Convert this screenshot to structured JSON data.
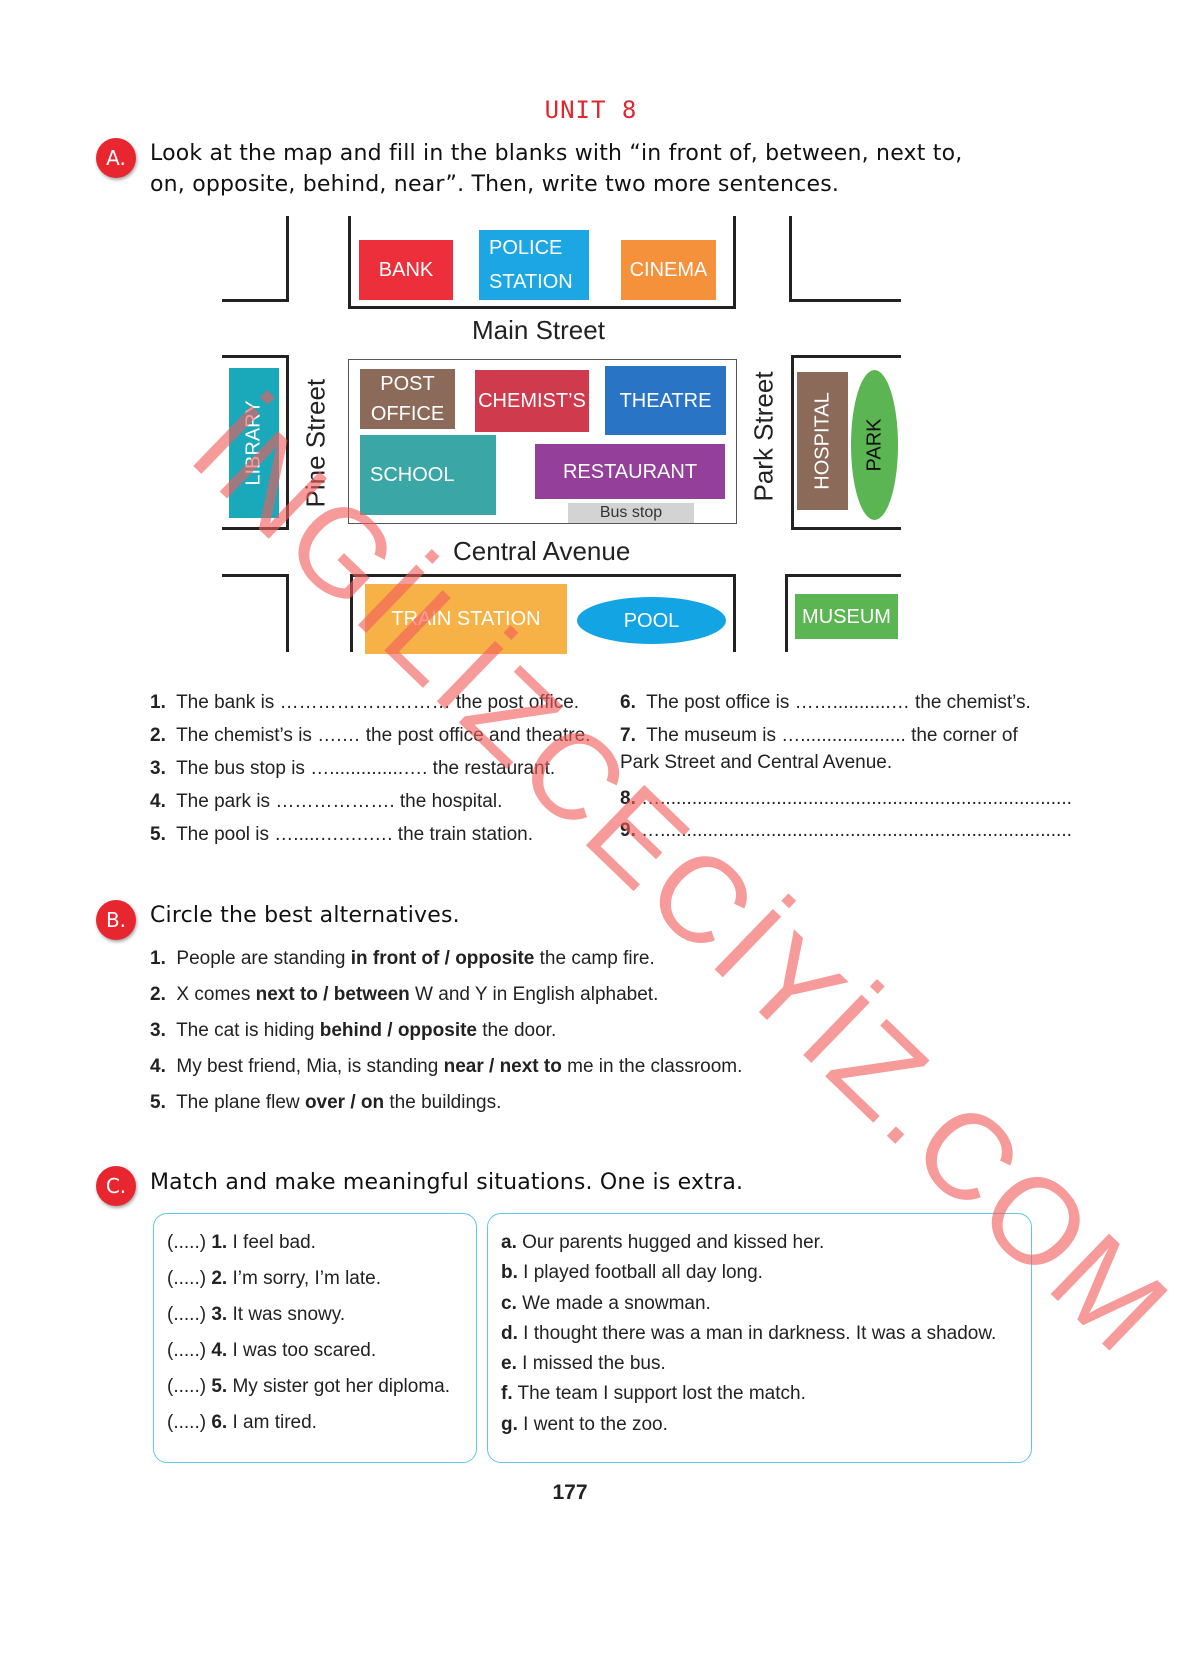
{
  "unit": "UNIT 8",
  "section_a": {
    "badge": "A.",
    "instruction_line1": "Look at the map and fill in the blanks with “in front of, between, next to,",
    "instruction_line2": "on, opposite, behind, near”. Then, write two more sentences.",
    "map": {
      "streets": {
        "main": "Main Street",
        "central": "Central Avenue",
        "pine": "Pine Street",
        "park": "Park Street"
      },
      "buildings": {
        "bank": "BANK",
        "police_1": "POLICE",
        "police_2": "STATION",
        "cinema": "CINEMA",
        "library": "LIBRARY",
        "post_1": "POST",
        "post_2": "OFFICE",
        "chemists": "CHEMIST’S",
        "theatre": "THEATRE",
        "school": "SCHOOL",
        "restaurant": "RESTAURANT",
        "bus_stop": "Bus stop",
        "hospital": "HOSPITAL",
        "park": "PARK",
        "train_station": "TRAIN STATION",
        "pool": "POOL",
        "museum": "MUSEUM"
      },
      "colors": {
        "bank": "#ec2f3a",
        "police": "#1ca6e3",
        "cinema": "#f5913a",
        "library": "#1aa8bb",
        "post": "#8b6a5a",
        "chemists": "#cf3b4c",
        "theatre": "#2a74c5",
        "school": "#3aa6a6",
        "restaurant": "#94409a",
        "hospital": "#8b6a5a",
        "park": "#5ab552",
        "train": "#f7b247",
        "pool": "#13a4e4",
        "museum": "#5ab552"
      }
    },
    "questions_left": [
      {
        "num": "1.",
        "text": "The bank is ……………………… the post office."
      },
      {
        "num": "2.",
        "text": "The chemist’s is ….… the post office and theatre."
      },
      {
        "num": "3.",
        "text": "The bus stop is …..............…. the restaurant."
      },
      {
        "num": "4.",
        "text": "The park is ………………. the hospital."
      },
      {
        "num": "5.",
        "text": "The pool is ….....….….…. the train station."
      }
    ],
    "q6": {
      "num": "6.",
      "text": "The post office is ……...........… the chemist’s."
    },
    "q7": {
      "num": "7.",
      "text": "The museum is …....................  the corner of",
      "text2": "Park Street and Central Avenue."
    },
    "q8": {
      "num": "8.",
      "text": "….............................................................................."
    },
    "q9": {
      "num": "9.",
      "text": "….............................................................................."
    }
  },
  "section_b": {
    "badge": "B.",
    "title": "Circle the best alternatives.",
    "items": [
      {
        "num": "1.",
        "pre": "People are standing ",
        "opts": "in front of / opposite",
        "post": " the camp fire."
      },
      {
        "num": "2.",
        "pre": "X comes ",
        "opts": "next to / between",
        "post": " W and Y in English alphabet."
      },
      {
        "num": "3.",
        "pre": "The cat is hiding ",
        "opts": "behind / opposite",
        "post": " the door."
      },
      {
        "num": "4.",
        "pre": "My best friend, Mia, is standing ",
        "opts": "near / next to",
        "post": " me in the classroom."
      },
      {
        "num": "5.",
        "pre": "The plane flew ",
        "opts": "over / on",
        "post": " the buildings."
      }
    ]
  },
  "section_c": {
    "badge": "C.",
    "title": "Match and make meaningful situations. One is extra.",
    "left": [
      {
        "blank": "(.....)",
        "num": "1.",
        "text": "I feel bad."
      },
      {
        "blank": "(.....)",
        "num": "2.",
        "text": "I’m sorry, I’m late."
      },
      {
        "blank": "(.....)",
        "num": "3.",
        "text": "It was snowy."
      },
      {
        "blank": "(.....)",
        "num": "4.",
        "text": "I was too scared."
      },
      {
        "blank": "(.....)",
        "num": "5.",
        "text": "My sister got her diploma."
      },
      {
        "blank": "(.....)",
        "num": "6.",
        "text": "I am tired."
      }
    ],
    "right": [
      {
        "letter": "a.",
        "text": "Our parents hugged and kissed her."
      },
      {
        "letter": "b.",
        "text": "I played football all day long."
      },
      {
        "letter": "c.",
        "text": "We made a snowman."
      },
      {
        "letter": "d.",
        "text": "I thought there was a man in darkness. It was a shadow."
      },
      {
        "letter": "e.",
        "text": "I missed the bus."
      },
      {
        "letter": "f.",
        "text": "The team I support lost the match."
      },
      {
        "letter": "g.",
        "text": "I went to the zoo."
      }
    ]
  },
  "page_number": "177",
  "watermark": "İNGİLİZCECİYİZ.COM"
}
